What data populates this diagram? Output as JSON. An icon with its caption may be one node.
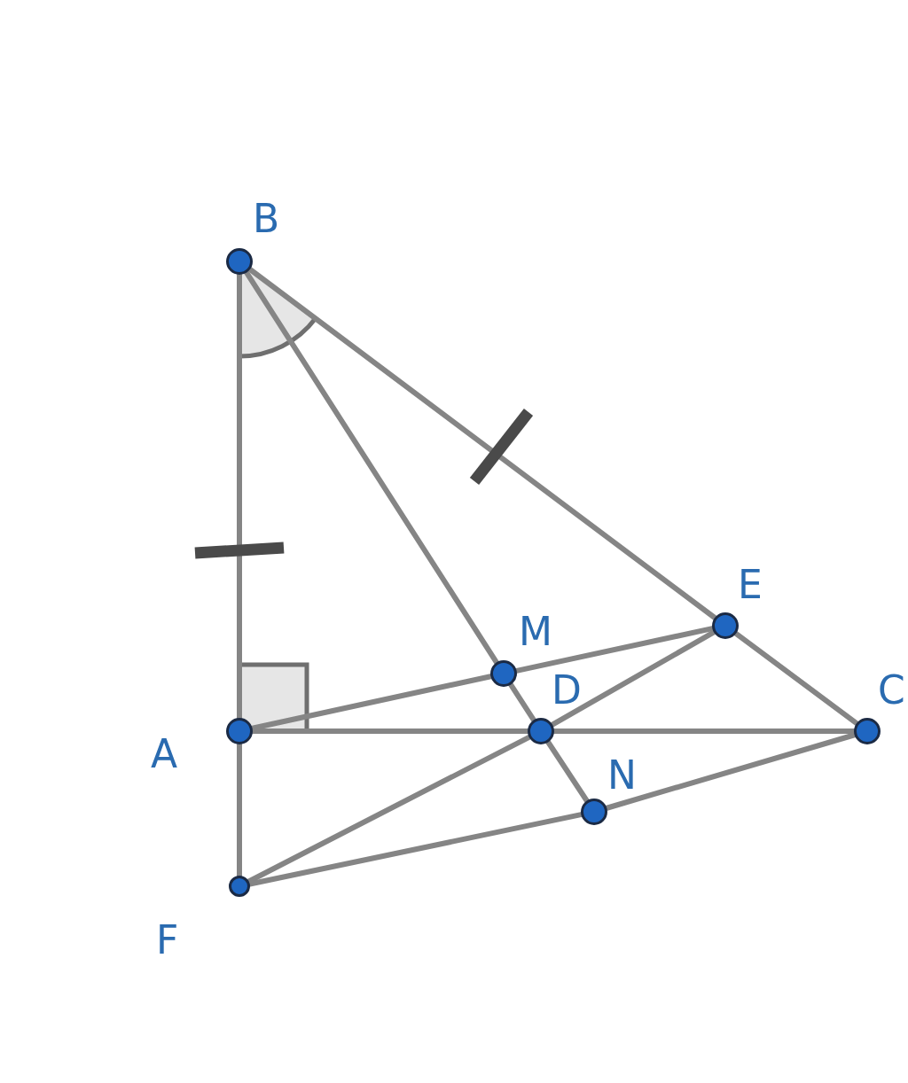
{
  "diagram": {
    "nodes": [
      {
        "text": [
          "B"
        ]
      },
      {
        "text": [
          "E"
        ]
      },
      {
        "text": [
          "M"
        ]
      },
      {
        "text": [
          "A"
        ]
      },
      {
        "text": [
          "D"
        ]
      },
      {
        "text": [
          "C"
        ]
      },
      {
        "text": [
          "N"
        ]
      },
      {
        "text": [
          "F"
        ]
      }
    ],
    "edges": [
      {
        "from": 0,
        "to": 3,
        "arrow": "none"
      },
      {
        "from": 3,
        "to": 7,
        "arrow": "none"
      },
      {
        "from": 0,
        "to": 1,
        "arrow": "none"
      },
      {
        "from": 1,
        "to": 5,
        "arrow": "none"
      },
      {
        "from": 0,
        "to": 2,
        "arrow": "none"
      },
      {
        "from": 2,
        "to": 4,
        "arrow": "none"
      },
      {
        "from": 4,
        "to": 6,
        "arrow": "none"
      },
      {
        "from": 3,
        "to": 2,
        "arrow": "none"
      },
      {
        "from": 2,
        "to": 1,
        "arrow": "none"
      },
      {
        "from": 3,
        "to": 4,
        "arrow": "none"
      },
      {
        "from": 4,
        "to": 5,
        "arrow": "none"
      },
      {
        "from": 7,
        "to": 4,
        "arrow": "none"
      },
      {
        "from": 4,
        "to": 1,
        "arrow": "none"
      },
      {
        "from": 7,
        "to": 6,
        "arrow": "none"
      },
      {
        "from": 6,
        "to": 5,
        "arrow": "none"
      }
    ]
  }
}
